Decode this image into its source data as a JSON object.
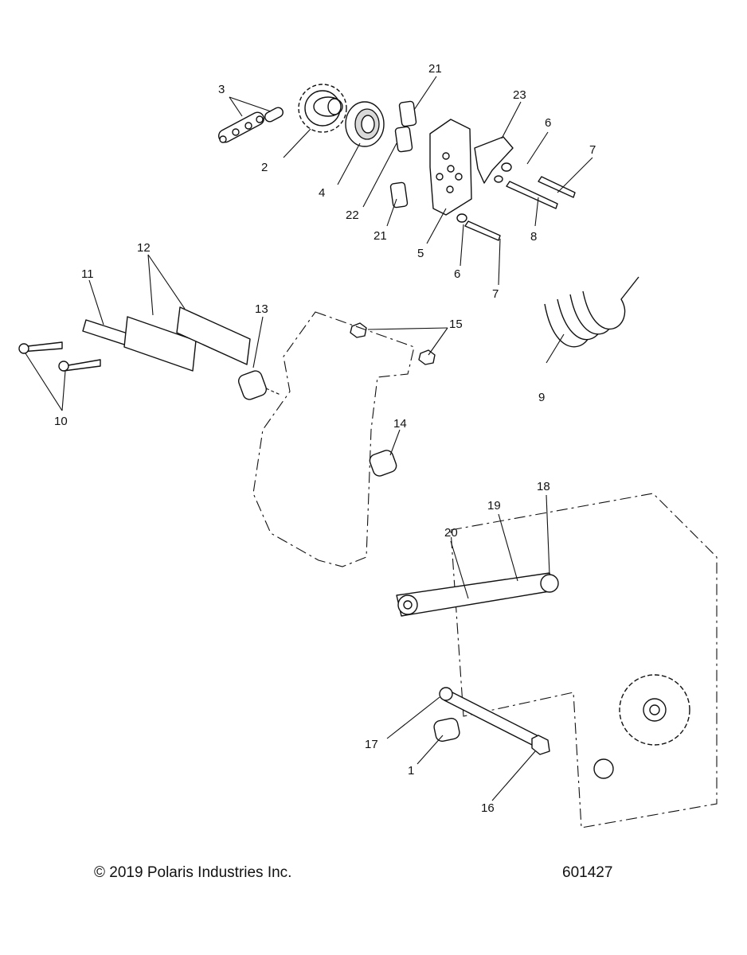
{
  "callouts": [
    "1",
    "2",
    "3",
    "4",
    "5",
    "6",
    "6",
    "7",
    "7",
    "8",
    "9",
    "10",
    "11",
    "12",
    "13",
    "14",
    "15",
    "16",
    "17",
    "18",
    "19",
    "20",
    "21",
    "21",
    "22",
    "23"
  ],
  "footer": {
    "copyright": "© 2019 Polaris Industries Inc.",
    "drawing_number": "601427"
  }
}
